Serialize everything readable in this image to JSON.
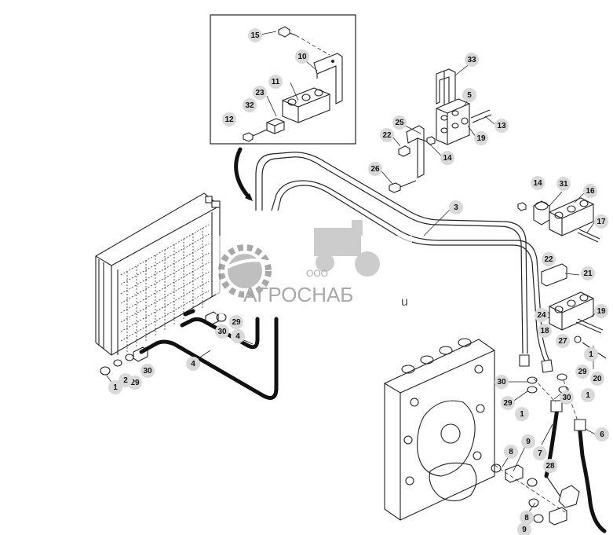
{
  "callouts": [
    {
      "label": "15"
    },
    {
      "label": "10"
    },
    {
      "label": "11"
    },
    {
      "label": "23"
    },
    {
      "label": "32"
    },
    {
      "label": "12"
    },
    {
      "label": "33"
    },
    {
      "label": "5"
    },
    {
      "label": "13"
    },
    {
      "label": "19"
    },
    {
      "label": "25"
    },
    {
      "label": "22"
    },
    {
      "label": "14"
    },
    {
      "label": "26"
    },
    {
      "label": "3"
    },
    {
      "label": "14"
    },
    {
      "label": "31"
    },
    {
      "label": "16"
    },
    {
      "label": "17"
    },
    {
      "label": "22"
    },
    {
      "label": "21"
    },
    {
      "label": "24"
    },
    {
      "label": "18"
    },
    {
      "label": "19"
    },
    {
      "label": "27"
    },
    {
      "label": "1"
    },
    {
      "label": "20"
    },
    {
      "label": "30"
    },
    {
      "label": "29"
    },
    {
      "label": "1"
    },
    {
      "label": "29"
    },
    {
      "label": "30"
    },
    {
      "label": "1"
    },
    {
      "label": "9"
    },
    {
      "label": "8"
    },
    {
      "label": "7"
    },
    {
      "label": "6"
    },
    {
      "label": "28"
    },
    {
      "label": "8"
    },
    {
      "label": "29"
    },
    {
      "label": "30"
    },
    {
      "label": "4"
    },
    {
      "label": "4"
    },
    {
      "label": "1"
    },
    {
      "label": "29"
    },
    {
      "label": "30"
    },
    {
      "label": "9"
    },
    {
      "label": "2"
    }
  ],
  "watermark": {
    "company_form": "ООО",
    "company_name": "АГРОСНАБ",
    "suffix": "u"
  },
  "colors": {
    "callout_bg": "#d9d9d9",
    "line": "#222222",
    "hose": "#111111",
    "watermark": "#9a9a9a"
  }
}
